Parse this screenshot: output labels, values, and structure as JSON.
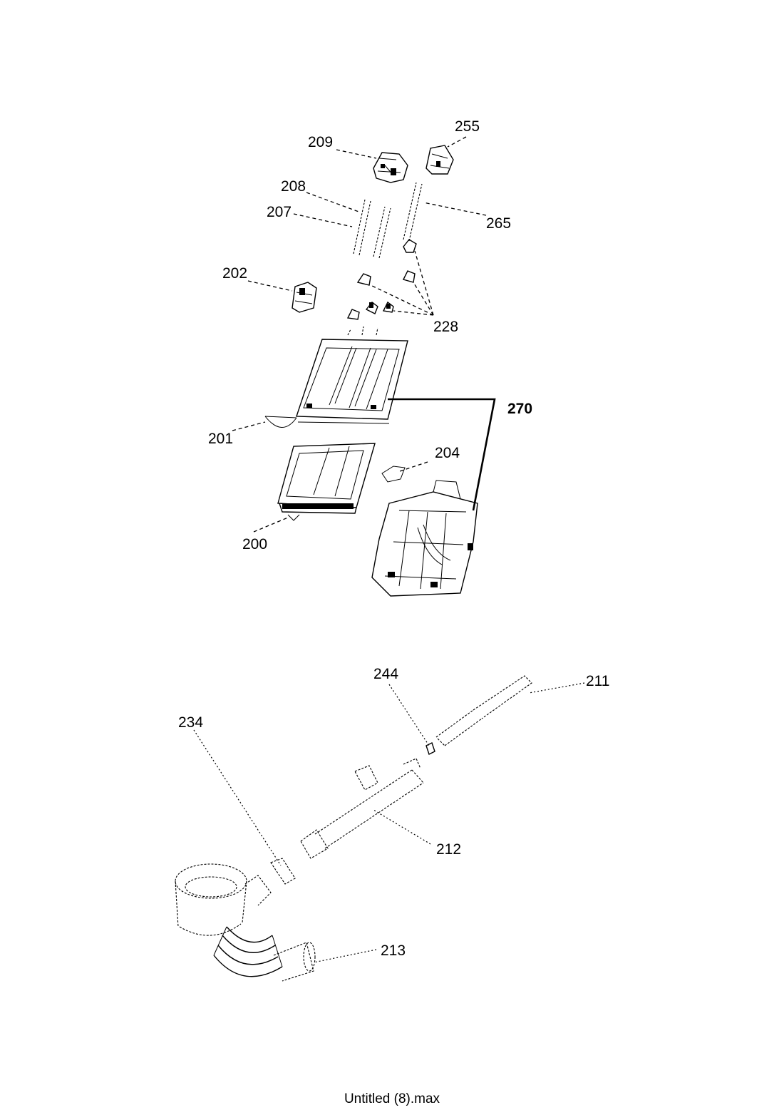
{
  "labels": {
    "p255": "255",
    "p209": "209",
    "p208": "208",
    "p207": "207",
    "p265": "265",
    "p202": "202",
    "p228": "228",
    "p270": "270",
    "p201": "201",
    "p204": "204",
    "p200": "200",
    "p244": "244",
    "p211": "211",
    "p234": "234",
    "p212": "212",
    "p213": "213"
  },
  "footer": "Untitled (8).max"
}
